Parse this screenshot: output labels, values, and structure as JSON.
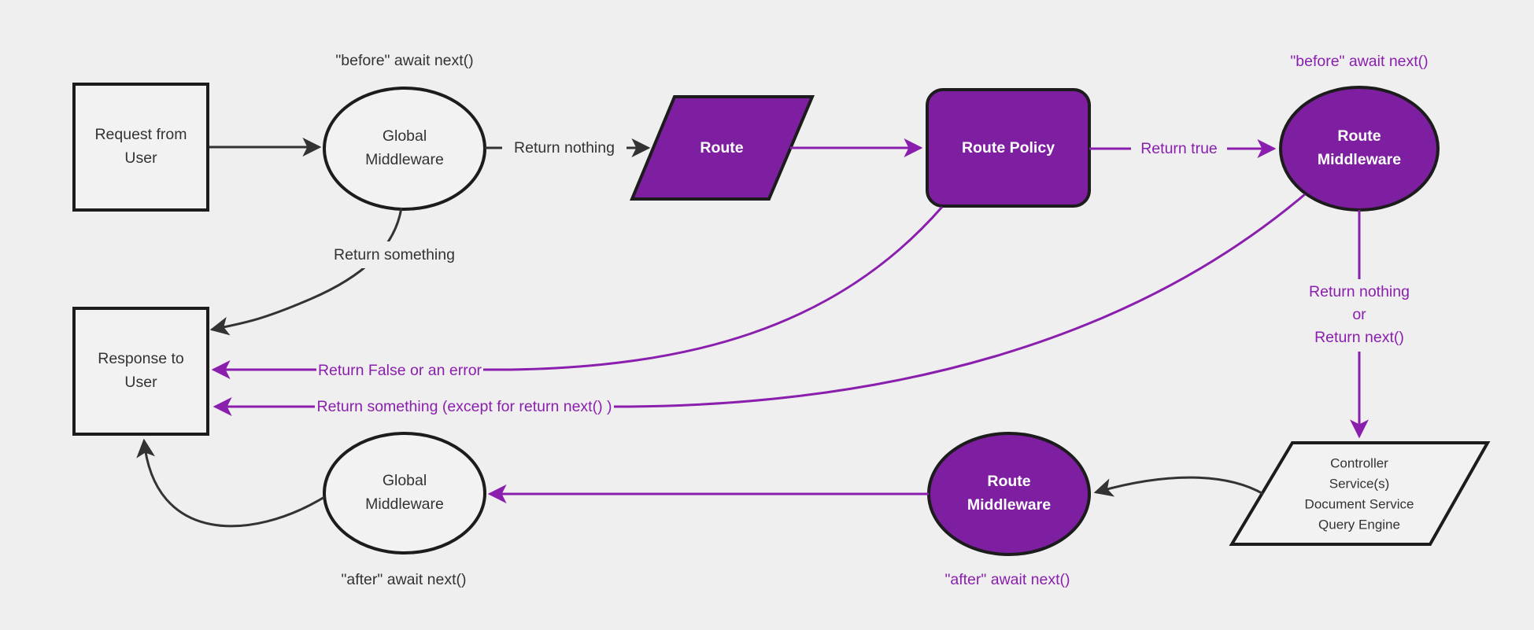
{
  "diagram": {
    "colors": {
      "background": "#efefef",
      "node_fill": "#f3f2f2",
      "node_border": "#1c1c1c",
      "purple_fill": "#7e1fa2",
      "purple_accent": "#8a1fae",
      "edge_black": "#333333",
      "text_dark": "#333333",
      "text_white": "#ffffff"
    },
    "nodes": {
      "request_user": {
        "shape": "rectangle",
        "lines": [
          "Request from",
          "User"
        ]
      },
      "global_middleware_top": {
        "shape": "ellipse",
        "lines": [
          "Global",
          "Middleware"
        ]
      },
      "route": {
        "shape": "parallelogram",
        "label": "Route"
      },
      "route_policy": {
        "shape": "rounded-rectangle",
        "label": "Route Policy"
      },
      "route_middleware_top": {
        "shape": "ellipse",
        "lines": [
          "Route",
          "Middleware"
        ]
      },
      "controller_services": {
        "shape": "parallelogram",
        "lines": [
          "Controller",
          "Service(s)",
          "Document Service",
          "Query Engine"
        ]
      },
      "route_middleware_bottom": {
        "shape": "ellipse",
        "lines": [
          "Route",
          "Middleware"
        ]
      },
      "global_middleware_bottom": {
        "shape": "ellipse",
        "lines": [
          "Global",
          "Middleware"
        ]
      },
      "response_user": {
        "shape": "rectangle",
        "lines": [
          "Response to",
          "User"
        ]
      }
    },
    "annotations": {
      "before_global": "\"before\" await next()",
      "before_route": "\"before\" await next()",
      "after_route": "\"after\" await next()",
      "after_global": "\"after\" await next()"
    },
    "edge_labels": {
      "return_nothing": "Return nothing",
      "return_true": "Return true",
      "return_nothing_or": [
        "Return nothing",
        "or",
        "Return next()"
      ],
      "return_something": "Return something",
      "return_false": "Return False or an error",
      "return_something_except": "Return something (except for return next() )"
    }
  }
}
